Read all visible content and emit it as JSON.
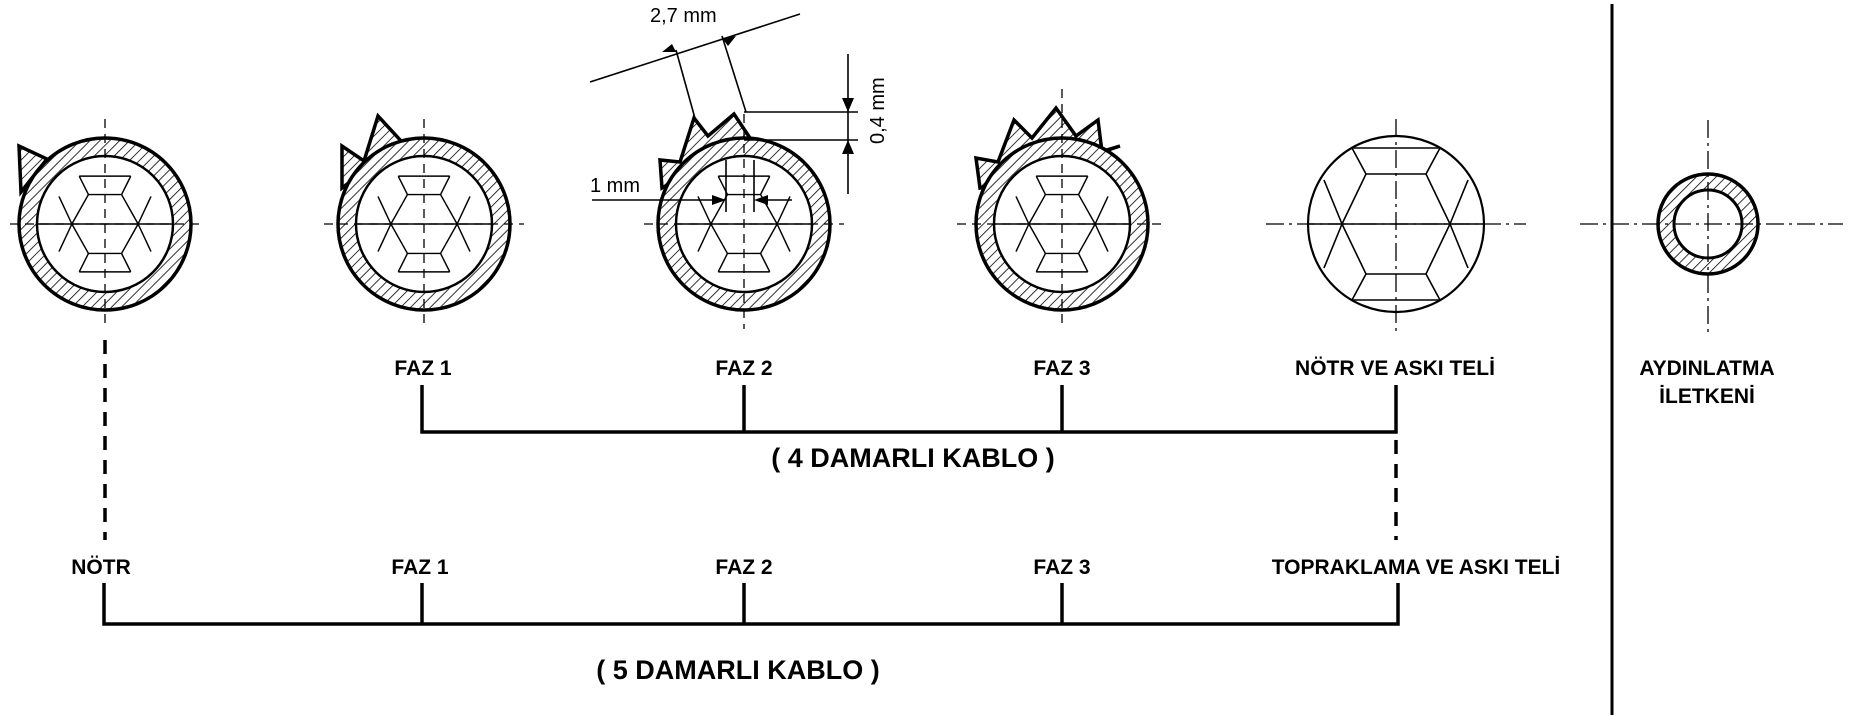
{
  "dimensions": {
    "width_label": "2,7 mm",
    "height_label": "0,4 mm",
    "gap_label": "1 mm"
  },
  "four_core": {
    "labels": [
      "FAZ 1",
      "FAZ 2",
      "FAZ 3",
      "NÖTR VE ASKI TELİ"
    ],
    "group_label": "( 4 DAMARLI KABLO )"
  },
  "five_core": {
    "labels": [
      "NÖTR",
      "FAZ 1",
      "FAZ 2",
      "FAZ 3",
      "TOPRAKLAMA VE ASKI TELİ"
    ],
    "group_label": "( 5 DAMARLI KABLO )"
  },
  "lighting": {
    "line1": "AYDINLATMA",
    "line2": "İLETKENİ"
  }
}
